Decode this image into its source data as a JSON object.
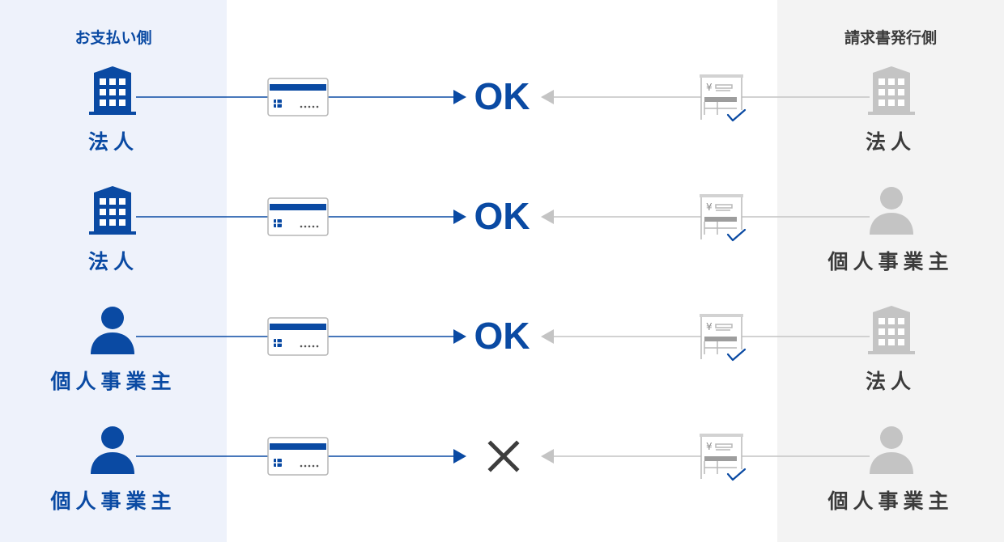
{
  "colors": {
    "payer_blue": "#0a4aa3",
    "issuer_gray": "#c4c4c4",
    "label_gray": "#3b3b3b",
    "ng_gray": "#3d3d3d"
  },
  "columns": {
    "payer_title": "お支払い側",
    "issuer_title": "請求書発行側"
  },
  "rows": [
    {
      "payer": {
        "type": "corporation",
        "icon": "building-icon",
        "label": "法人"
      },
      "payment_icon": "credit-card-icon",
      "result": "OK",
      "invoice_icon": "invoice-check-icon",
      "issuer": {
        "type": "corporation",
        "icon": "building-icon",
        "label": "法人"
      }
    },
    {
      "payer": {
        "type": "corporation",
        "icon": "building-icon",
        "label": "法人"
      },
      "payment_icon": "credit-card-icon",
      "result": "OK",
      "invoice_icon": "invoice-check-icon",
      "issuer": {
        "type": "sole_proprietor",
        "icon": "person-icon",
        "label": "個人事業主"
      }
    },
    {
      "payer": {
        "type": "sole_proprietor",
        "icon": "person-icon",
        "label": "個人事業主"
      },
      "payment_icon": "credit-card-icon",
      "result": "OK",
      "invoice_icon": "invoice-check-icon",
      "issuer": {
        "type": "corporation",
        "icon": "building-icon",
        "label": "法人"
      }
    },
    {
      "payer": {
        "type": "sole_proprietor",
        "icon": "person-icon",
        "label": "個人事業主"
      },
      "payment_icon": "credit-card-icon",
      "result": "×",
      "result_icon": "cross-icon",
      "invoice_icon": "invoice-check-icon",
      "issuer": {
        "type": "sole_proprietor",
        "icon": "person-icon",
        "label": "個人事業主"
      }
    }
  ],
  "invoice_glyph": "¥"
}
